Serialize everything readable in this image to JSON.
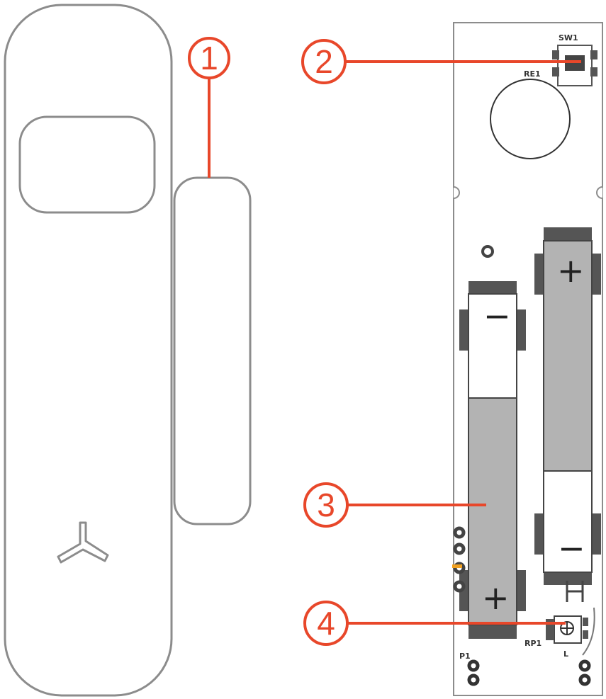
{
  "callouts": [
    {
      "number": "1"
    },
    {
      "number": "2"
    },
    {
      "number": "3"
    },
    {
      "number": "4"
    }
  ],
  "pcb_labels": {
    "switch": "SW1",
    "reed": "RE1",
    "pot": "RP1",
    "connector": "P1",
    "pot_mark": "L"
  },
  "polarity": {
    "plus": "+",
    "minus": "−"
  },
  "colors": {
    "callout": "#e8472a",
    "outline": "#8c8c8c",
    "battery": "#b3b3b3",
    "pad": "#555555",
    "connector": "#f0a020"
  }
}
